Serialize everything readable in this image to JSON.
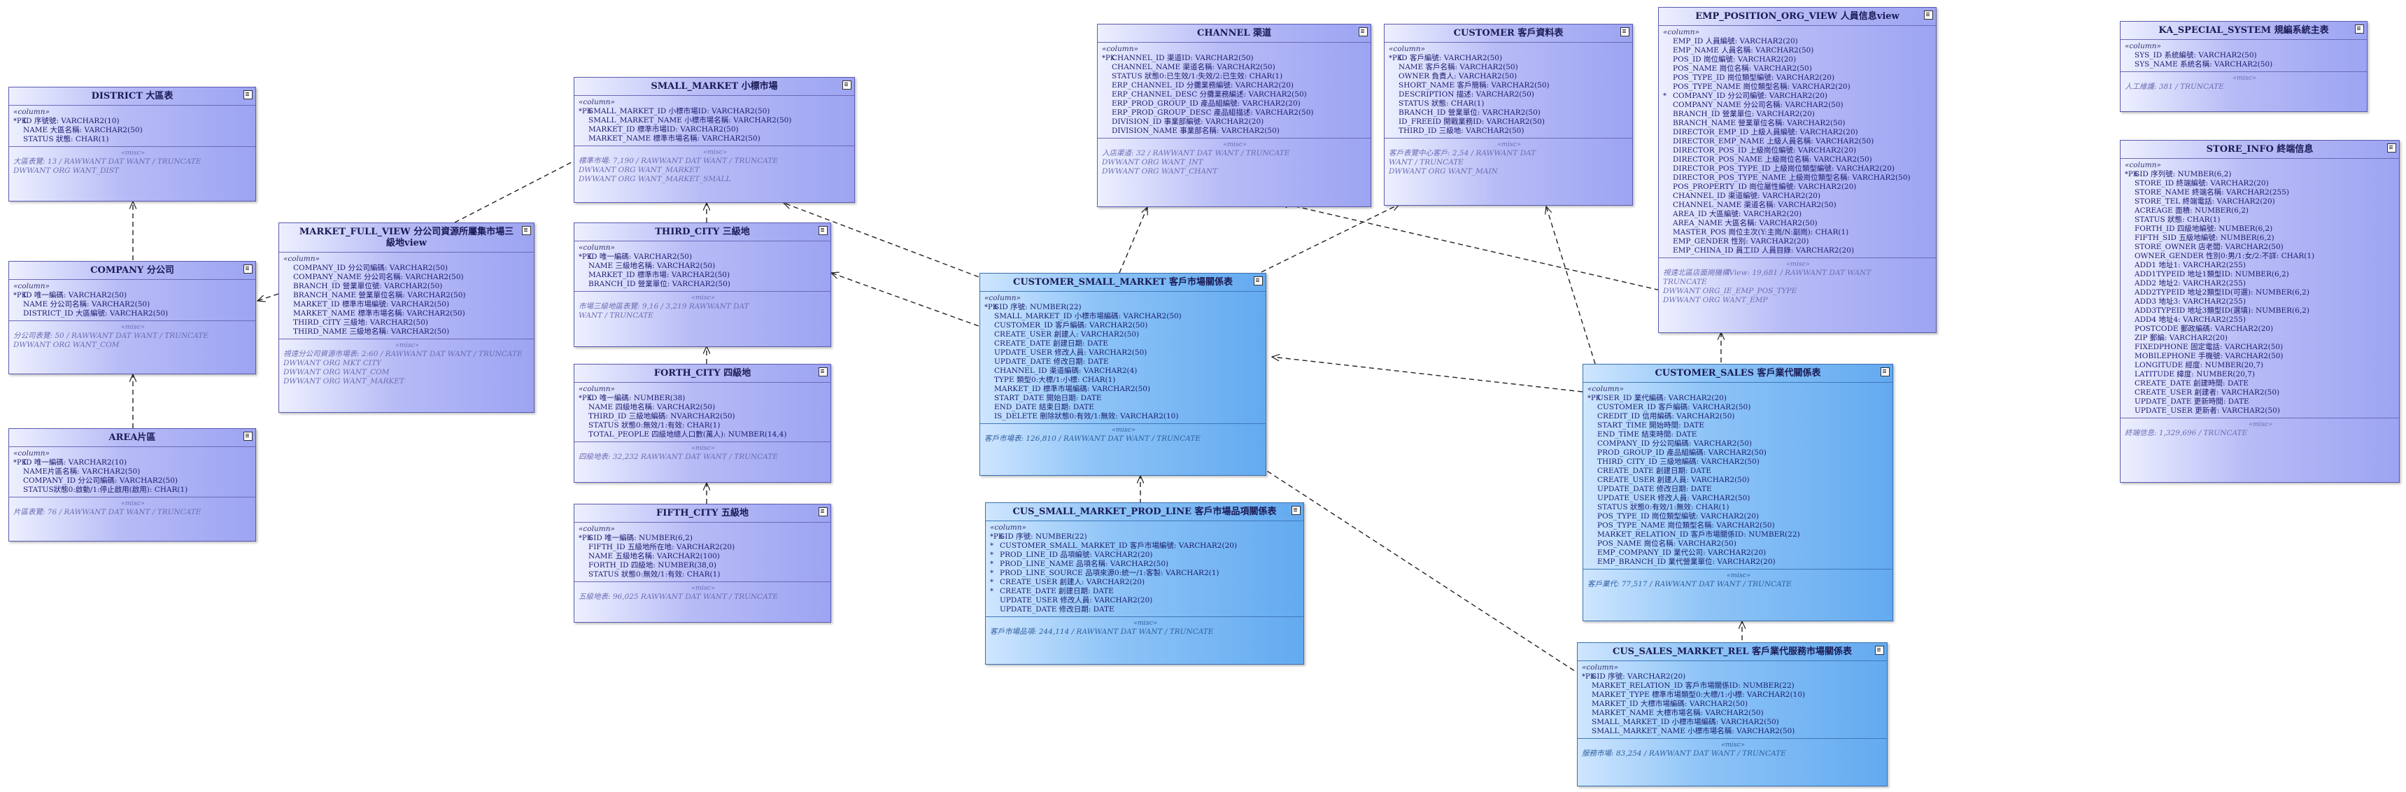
{
  "entities": [
    {
      "id": "district",
      "blue": false,
      "title": "DISTRICT 大區表",
      "stereo": "«column»",
      "meta_stereo": "«misc»",
      "fields": [
        {
          "k": "*PK",
          "t": "ID 序號號: VARCHAR2(10)"
        },
        {
          "k": "",
          "t": "NAME 大區名稱: VARCHAR2(50)"
        },
        {
          "k": "",
          "t": "STATUS 狀態: CHAR(1)"
        }
      ],
      "meta": [
        "大區表覽: 13 / RAWWANT DAT WANT / TRUNCATE",
        "DWWANT ORG WANT_DIST"
      ]
    },
    {
      "id": "company",
      "blue": false,
      "title": "COMPANY 分公司",
      "stereo": "«column»",
      "meta_stereo": "«misc»",
      "fields": [
        {
          "k": "*PK",
          "t": "ID 唯一編碼: VARCHAR2(50)"
        },
        {
          "k": "",
          "t": "NAME 分公司名稱: VARCHAR2(50)"
        },
        {
          "k": "",
          "t": "DISTRICT_ID 大區編號: VARCHAR2(50)"
        }
      ],
      "meta": [
        "分公司表覽: 50 / RAWWANT DAT WANT / TRUNCATE",
        "DWWANT ORG WANT_COM"
      ]
    },
    {
      "id": "area",
      "blue": false,
      "title": "AREA片區",
      "stereo": "«column»",
      "meta_stereo": "«misc»",
      "fields": [
        {
          "k": "*PK",
          "t": "ID 唯一編碼: VARCHAR2(10)"
        },
        {
          "k": "",
          "t": "NAME片區名稱: VARCHAR2(50)"
        },
        {
          "k": "",
          "t": "COMPANY_ID 分公司編碼: VARCHAR2(50)"
        },
        {
          "k": "",
          "t": "STATUS狀態0:啟動/1:停止啟用(啟用): CHAR(1)"
        }
      ],
      "meta": [
        "片區表覽: 76 / RAWWANT DAT WANT / TRUNCATE"
      ]
    },
    {
      "id": "market_full_view",
      "blue": false,
      "title": "MARKET_FULL_VIEW 分公司資源所屬集市場三級地view",
      "stereo": "«column»",
      "meta_stereo": "«misc»",
      "fields": [
        {
          "k": "",
          "t": "COMPANY_ID 分公司編碼: VARCHAR2(50)"
        },
        {
          "k": "",
          "t": "COMPANY_NAME 分公司名稱: VARCHAR2(50)"
        },
        {
          "k": "",
          "t": "BRANCH_ID 營業單位號: VARCHAR2(50)"
        },
        {
          "k": "",
          "t": "BRANCH_NAME 營業單位名稱: VARCHAR2(50)"
        },
        {
          "k": "",
          "t": "MARKET_ID 標準市場編號: VARCHAR2(50)"
        },
        {
          "k": "",
          "t": "MARKET_NAME 標準市場名稱: VARCHAR2(50)"
        },
        {
          "k": "",
          "t": "THIRD_CITY 三級地: VARCHAR2(50)"
        },
        {
          "k": "",
          "t": "THIRD_NAME 三級地名稱: VARCHAR2(50)"
        }
      ],
      "meta": [
        "視遠分公司資源市場表: 2:60 / RAWWANT DAT WANT / TRUNCATE",
        "DWWANT ORG MKT CITY",
        "DWWANT ORG WANT_COM",
        "DWWANT ORG WANT_MARKET"
      ]
    },
    {
      "id": "small_market",
      "blue": false,
      "title": "SMALL_MARKET 小標市場",
      "stereo": "«column»",
      "meta_stereo": "«misc»",
      "fields": [
        {
          "k": "*PK",
          "t": "SMALL_MARKET_ID 小標市場ID: VARCHAR2(50)"
        },
        {
          "k": "",
          "t": "SMALL_MARKET_NAME 小標市場名稱: VARCHAR2(50)"
        },
        {
          "k": "",
          "t": "MARKET_ID 標準市場ID: VARCHAR2(50)"
        },
        {
          "k": "",
          "t": "MARKET_NAME 標準市場名稱: VARCHAR2(50)"
        }
      ],
      "meta": [
        "標準市場: 7,190 / RAWWANT DAT WANT / TRUNCATE",
        "DWWANT ORG WANT_MARKET",
        "DWWANT ORG WANT_MARKET_SMALL"
      ]
    },
    {
      "id": "third_city",
      "blue": false,
      "title": "THIRD_CITY 三級地",
      "stereo": "«column»",
      "meta_stereo": "«misc»",
      "fields": [
        {
          "k": "*PK",
          "t": "ID 唯一編碼: VARCHAR2(50)"
        },
        {
          "k": "",
          "t": "NAME 三級地名稱: VARCHAR2(50)"
        },
        {
          "k": "",
          "t": "MARKET_ID 標準市場: VARCHAR2(50)"
        },
        {
          "k": "",
          "t": "BRANCH_ID 營業單位: VARCHAR2(50)"
        }
      ],
      "meta": [
        "市場三級地區表覽: 9,16 / 3,219 RAWWANT DAT",
        "WANT / TRUNCATE"
      ]
    },
    {
      "id": "forth_city",
      "blue": false,
      "title": "FORTH_CITY 四級地",
      "stereo": "«column»",
      "meta_stereo": "«misc»",
      "fields": [
        {
          "k": "*PK",
          "t": "ID 唯一編碼: NUMBER(38)"
        },
        {
          "k": "",
          "t": "NAME 四級地名稱: VARCHAR2(50)"
        },
        {
          "k": "",
          "t": "THIRD_ID 三級地編碼: NVARCHAR2(50)"
        },
        {
          "k": "",
          "t": "STATUS 狀態0:無效/1:有效: CHAR(1)"
        },
        {
          "k": "",
          "t": "TOTAL_PEOPLE 四級地總人口數(萬人): NUMBER(14,4)"
        }
      ],
      "meta": [
        "四級地表: 32,232 RAWWANT DAT WANT / TRUNCATE"
      ]
    },
    {
      "id": "fifth_city",
      "blue": false,
      "title": "FIFTH_CITY 五級地",
      "stereo": "«column»",
      "meta_stereo": "«misc»",
      "fields": [
        {
          "k": "*PK",
          "t": "SID 唯一編碼: NUMBER(6,2)"
        },
        {
          "k": "",
          "t": "FIFTH_ID 五級地所在地: VARCHAR2(20)"
        },
        {
          "k": "",
          "t": "NAME 五級地名稱: VARCHAR2(100)"
        },
        {
          "k": "",
          "t": "FORTH_ID 四級地: NUMBER(38,0)"
        },
        {
          "k": "",
          "t": "STATUS 狀態0:無效/1:有效: CHAR(1)"
        }
      ],
      "meta": [
        "五級地表: 96,025 RAWWANT DAT WANT / TRUNCATE"
      ]
    },
    {
      "id": "channel",
      "blue": false,
      "title": "CHANNEL 渠道",
      "stereo": "«column»",
      "meta_stereo": "«misc»",
      "fields": [
        {
          "k": "*PK",
          "t": "CHANNEL_ID 渠道ID: VARCHAR2(50)"
        },
        {
          "k": "",
          "t": "CHANNEL_NAME 渠道名稱: VARCHAR2(50)"
        },
        {
          "k": "",
          "t": "STATUS 狀態0:已生效/1:失效/2:已生效: CHAR(1)"
        },
        {
          "k": "",
          "t": "ERP_CHANNEL_ID 分攤業務編號: VARCHAR2(20)"
        },
        {
          "k": "",
          "t": "ERP_CHANNEL_DESC 分攤業務編述: VARCHAR2(50)"
        },
        {
          "k": "",
          "t": "ERP_PROD_GROUP_ID 產品組編號: VARCHAR2(20)"
        },
        {
          "k": "",
          "t": "ERP_PROD_GROUP_DESC 產品組描述: VARCHAR2(50)"
        },
        {
          "k": "",
          "t": "DIVISION_ID 事業部編號: VARCHAR2(20)"
        },
        {
          "k": "",
          "t": "DIVISION_NAME 事業部名稱: VARCHAR2(50)"
        }
      ],
      "meta": [
        "入店渠道: 32 / RAWWANT DAT WANT / TRUNCATE",
        "DWWANT ORG WANT_INT",
        "DWWANT ORG WANT_CHANT"
      ]
    },
    {
      "id": "customer",
      "blue": false,
      "title": "CUSTOMER 客戶資料表",
      "stereo": "«column»",
      "meta_stereo": "«misc»",
      "fields": [
        {
          "k": "*PK",
          "t": "ID 客戶編號: VARCHAR2(50)"
        },
        {
          "k": "",
          "t": "NAME 客戶名稱: VARCHAR2(50)"
        },
        {
          "k": "",
          "t": "OWNER 負責人: VARCHAR2(50)"
        },
        {
          "k": "",
          "t": "SHORT_NAME 客戶簡稱: VARCHAR2(50)"
        },
        {
          "k": "",
          "t": "DESCRIPTION 描述: VARCHAR2(50)"
        },
        {
          "k": "",
          "t": "STATUS 狀態: CHAR(1)"
        },
        {
          "k": "",
          "t": "BRANCH_ID 營業單位: VARCHAR2(50)"
        },
        {
          "k": "",
          "t": "ID_FREEID 開戰業務ID: VARCHAR2(50)"
        },
        {
          "k": "",
          "t": "THIRD_ID 三級地: VARCHAR2(50)"
        }
      ],
      "meta": [
        "客戶表覽中心客戶: 2,54 / RAWWANT DAT",
        "WANT / TRUNCATE",
        "DWWANT ORG WANT_MAIN"
      ]
    },
    {
      "id": "emp_position",
      "blue": false,
      "title": "EMP_POSITION_ORG_VIEW 人員信息view",
      "stereo": "«column»",
      "meta_stereo": "«misc»",
      "fields": [
        {
          "k": "",
          "t": "EMP_ID 人員編號: VARCHAR2(20)"
        },
        {
          "k": "",
          "t": "EMP_NAME 人員名稱: VARCHAR2(50)"
        },
        {
          "k": "",
          "t": "POS_ID 崗位編號: VARCHAR2(20)"
        },
        {
          "k": "",
          "t": "POS_NAME 崗位名稱: VARCHAR2(50)"
        },
        {
          "k": "",
          "t": "POS_TYPE_ID 崗位類型編號: VARCHAR2(20)"
        },
        {
          "k": "",
          "t": "POS_TYPE_NAME 崗位類型名稱: VARCHAR2(20)"
        },
        {
          "k": "*",
          "t": "COMPANY_ID 分公司編號: VARCHAR2(20)"
        },
        {
          "k": "",
          "t": "COMPANY_NAME 分公司名稱: VARCHAR2(50)"
        },
        {
          "k": "",
          "t": "BRANCH_ID 營業單位: VARCHAR2(20)"
        },
        {
          "k": "",
          "t": "BRANCH_NAME 營業單位名稱: VARCHAR2(50)"
        },
        {
          "k": "",
          "t": "DIRECTOR_EMP_ID 上級人員編號: VARCHAR2(20)"
        },
        {
          "k": "",
          "t": "DIRECTOR_EMP_NAME 上級人員名稱: VARCHAR2(50)"
        },
        {
          "k": "",
          "t": "DIRECTOR_POS_ID 上級崗位編號: VARCHAR2(20)"
        },
        {
          "k": "",
          "t": "DIRECTOR_POS_NAME 上級崗位名稱: VARCHAR2(50)"
        },
        {
          "k": "",
          "t": "DIRECTOR_POS_TYPE_ID 上級崗位類型編號: VARCHAR2(20)"
        },
        {
          "k": "",
          "t": "DIRECTOR_POS_TYPE_NAME 上級崗位類型名稱: VARCHAR2(50)"
        },
        {
          "k": "",
          "t": "POS_PROPERTY_ID 崗位屬性編號: VARCHAR2(20)"
        },
        {
          "k": "",
          "t": "CHANNEL_ID 渠道編號: VARCHAR2(20)"
        },
        {
          "k": "",
          "t": "CHANNEL_NAME 渠道名稱: VARCHAR2(50)"
        },
        {
          "k": "",
          "t": "AREA_ID 大區編號: VARCHAR2(20)"
        },
        {
          "k": "",
          "t": "AREA_NAME 大區名稱: VARCHAR2(50)"
        },
        {
          "k": "",
          "t": "MASTER_POS 崗位主次(Y:主崗/N:副崗): CHAR(1)"
        },
        {
          "k": "",
          "t": "EMP_GENDER 性別: VARCHAR2(20)"
        },
        {
          "k": "",
          "t": "EMP_CHINA_ID 員工ID 人員目錄: VARCHAR2(20)"
        }
      ],
      "meta": [
        "視遠北區店面崗機構View: 19,681 / RAWWANT DAT WANT",
        "TRUNCATE",
        "DWWANT ORG_IE_EMP_POS_TYPE",
        "DWWANT ORG WANT_EMP"
      ]
    },
    {
      "id": "customer_small_market",
      "blue": true,
      "title": "CUSTOMER_SMALL_MARKET 客戶市場關係表",
      "stereo": "«column»",
      "meta_stereo": "«misc»",
      "fields": [
        {
          "k": "*PK",
          "t": "SID 序號: NUMBER(22)"
        },
        {
          "k": "",
          "t": "SMALL_MARKET_ID 小標市場編碼: VARCHAR2(50)"
        },
        {
          "k": "",
          "t": "CUSTOMER_ID 客戶編碼: VARCHAR2(50)"
        },
        {
          "k": "",
          "t": "CREATE_USER 創建人: VARCHAR2(50)"
        },
        {
          "k": "",
          "t": "CREATE_DATE 創建日期: DATE"
        },
        {
          "k": "",
          "t": "UPDATE_USER 修改人員: VARCHAR2(50)"
        },
        {
          "k": "",
          "t": "UPDATE_DATE 修改日期: DATE"
        },
        {
          "k": "",
          "t": "CHANNEL_ID 渠道編碼: VARCHAR2(4)"
        },
        {
          "k": "",
          "t": "TYPE 類型0:大標/1:小標: CHAR(1)"
        },
        {
          "k": "",
          "t": "MARKET_ID 標準市場編碼: VARCHAR2(50)"
        },
        {
          "k": "",
          "t": "START_DATE 開始日期: DATE"
        },
        {
          "k": "",
          "t": "END_DATE 結束日期: DATE"
        },
        {
          "k": "",
          "t": "IS_DELETE 刪除狀態0:有效/1:無效: VARCHAR2(10)"
        }
      ],
      "meta": [
        "客戶市場表: 126,810 / RAWWANT DAT WANT / TRUNCATE"
      ]
    },
    {
      "id": "cus_small_market_prod_line",
      "blue": true,
      "title": "CUS_SMALL_MARKET_PROD_LINE 客戶市場品項關係表",
      "stereo": "«column»",
      "meta_stereo": "«misc»",
      "fields": [
        {
          "k": "*PK",
          "t": "SID 序號: NUMBER(22)"
        },
        {
          "k": "*",
          "t": "CUSTOMER_SMALL_MARKET_ID 客戶市場編號: VARCHAR2(20)"
        },
        {
          "k": "*",
          "t": "PROD_LINE_ID 品項編號: VARCHAR2(20)"
        },
        {
          "k": "*",
          "t": "PROD_LINE_NAME 品項名稱: VARCHAR2(50)"
        },
        {
          "k": "*",
          "t": "PROD_LINE_SOURCE 品項來源0:統一/1:客製: VARCHAR2(1)"
        },
        {
          "k": "*",
          "t": "CREATE_USER 創建人: VARCHAR2(20)"
        },
        {
          "k": "*",
          "t": "CREATE_DATE 創建日期: DATE"
        },
        {
          "k": "",
          "t": "UPDATE_USER 修改人員: VARCHAR2(20)"
        },
        {
          "k": "",
          "t": "UPDATE_DATE 修改日期: DATE"
        }
      ],
      "meta": [
        "客戶市場品項: 244,114 / RAWWANT DAT WANT / TRUNCATE"
      ]
    },
    {
      "id": "customer_sales",
      "blue": true,
      "title": "CUSTOMER_SALES 客戶業代關係表",
      "stereo": "«column»",
      "meta_stereo": "«misc»",
      "fields": [
        {
          "k": "*PK",
          "t": "USER_ID 業代編碼: VARCHAR2(20)"
        },
        {
          "k": "",
          "t": "CUSTOMER_ID 客戶編碼: VARCHAR2(50)"
        },
        {
          "k": "",
          "t": "CREDIT_ID 信用編碼: VARCHAR2(50)"
        },
        {
          "k": "",
          "t": "START_TIME 開始時間: DATE"
        },
        {
          "k": "",
          "t": "END_TIME 結束時間: DATE"
        },
        {
          "k": "",
          "t": "COMPANY_ID 分公司編碼: VARCHAR2(50)"
        },
        {
          "k": "",
          "t": "PROD_GROUP_ID 產品組編碼: VARCHAR2(50)"
        },
        {
          "k": "",
          "t": "THIRD_CITY_ID 三級地編碼: VARCHAR2(50)"
        },
        {
          "k": "",
          "t": "CREATE_DATE 創建日期: DATE"
        },
        {
          "k": "",
          "t": "CREATE_USER 創建人員: VARCHAR2(50)"
        },
        {
          "k": "",
          "t": "UPDATE_DATE 修改日期: DATE"
        },
        {
          "k": "",
          "t": "UPDATE_USER 修改人員: VARCHAR2(50)"
        },
        {
          "k": "",
          "t": "STATUS 狀態0:有效/1:無效: CHAR(1)"
        },
        {
          "k": "",
          "t": "POS_TYPE_ID 崗位類型編號: VARCHAR2(20)"
        },
        {
          "k": "",
          "t": "POS_TYPE_NAME 崗位類型名稱: VARCHAR2(50)"
        },
        {
          "k": "",
          "t": "MARKET_RELATION_ID 客戶市場關係ID: NUMBER(22)"
        },
        {
          "k": "",
          "t": "POS_NAME 崗位名稱: VARCHAR2(50)"
        },
        {
          "k": "",
          "t": "EMP_COMPANY_ID 業代公司: VARCHAR2(20)"
        },
        {
          "k": "",
          "t": "EMP_BRANCH_ID 業代營業單位: VARCHAR2(20)"
        }
      ],
      "meta": [
        "客戶業代: 77,517 / RAWWANT DAT WANT / TRUNCATE"
      ]
    },
    {
      "id": "cus_sales_market_rel",
      "blue": true,
      "title": "CUS_SALES_MARKET_REL 客戶業代服務市場關係表",
      "stereo": "«column»",
      "meta_stereo": "«misc»",
      "fields": [
        {
          "k": "*PK",
          "t": "SID 序號: VARCHAR2(20)"
        },
        {
          "k": "",
          "t": "MARKET_RELATION_ID 客戶市場關係ID: NUMBER(22)"
        },
        {
          "k": "",
          "t": "MARKET_TYPE 標準市場類型0:大標/1:小標: VARCHAR2(10)"
        },
        {
          "k": "",
          "t": "MARKET_ID 大標市場編碼: VARCHAR2(50)"
        },
        {
          "k": "",
          "t": "MARKET_NAME 大標市場名稱: VARCHAR2(50)"
        },
        {
          "k": "",
          "t": "SMALL_MARKET_ID 小標市場編碼: VARCHAR2(50)"
        },
        {
          "k": "",
          "t": "SMALL_MARKET_NAME 小標市場名稱: VARCHAR2(50)"
        }
      ],
      "meta": [
        "服務市場: 83,254 / RAWWANT DAT WANT / TRUNCATE"
      ]
    },
    {
      "id": "ka_special_system",
      "blue": false,
      "title": "KA_SPECIAL_SYSTEM 規編系統主表",
      "stereo": "«column»",
      "meta_stereo": "«misc»",
      "fields": [
        {
          "k": "",
          "t": "SYS_ID 系統編號: VARCHAR2(50)"
        },
        {
          "k": "",
          "t": "SYS_NAME 系統名稱: VARCHAR2(50)"
        }
      ],
      "meta": [
        "人工維護: 381 / TRUNCATE"
      ]
    },
    {
      "id": "store_info",
      "blue": false,
      "title": "STORE_INFO 終端信息",
      "stereo": "«column»",
      "meta_stereo": "«misc»",
      "fields": [
        {
          "k": "*PK",
          "t": "SID 序列號: NUMBER(6,2)"
        },
        {
          "k": "",
          "t": "STORE_ID 終端編號: VARCHAR2(20)"
        },
        {
          "k": "",
          "t": "STORE_NAME 終端名稱: VARCHAR2(255)"
        },
        {
          "k": "",
          "t": "STORE_TEL 終端電話: VARCHAR2(20)"
        },
        {
          "k": "",
          "t": "ACREAGE 面積: NUMBER(6,2)"
        },
        {
          "k": "",
          "t": "STATUS 狀態: CHAR(1)"
        },
        {
          "k": "",
          "t": "FORTH_ID 四級地編號: NUMBER(6,2)"
        },
        {
          "k": "",
          "t": "FIFTH_SID 五級地編號: NUMBER(6,2)"
        },
        {
          "k": "",
          "t": "STORE_OWNER 店老闆: VARCHAR2(50)"
        },
        {
          "k": "",
          "t": "OWNER_GENDER 性別0:男/1:女/2:不詳: CHAR(1)"
        },
        {
          "k": "",
          "t": "ADD1 地址1: VARCHAR2(255)"
        },
        {
          "k": "",
          "t": "ADD1TYPEID 地址1類型ID: NUMBER(6,2)"
        },
        {
          "k": "",
          "t": "ADD2 地址2: VARCHAR2(255)"
        },
        {
          "k": "",
          "t": "ADD2TYPEID 地址2類型ID(可選): NUMBER(6,2)"
        },
        {
          "k": "",
          "t": "ADD3 地址3: VARCHAR2(255)"
        },
        {
          "k": "",
          "t": "ADD3TYPEID 地址3類型ID(選填): NUMBER(6,2)"
        },
        {
          "k": "",
          "t": "ADD4 地址4: VARCHAR2(255)"
        },
        {
          "k": "",
          "t": "POSTCODE 郵政編碼: VARCHAR2(20)"
        },
        {
          "k": "",
          "t": "ZIP 郵編: VARCHAR2(20)"
        },
        {
          "k": "",
          "t": "FIXEDPHONE 固定電話: VARCHAR2(50)"
        },
        {
          "k": "",
          "t": "MOBILEPHONE 手機號: VARCHAR2(50)"
        },
        {
          "k": "",
          "t": "LONGITUDE 經度: NUMBER(20,7)"
        },
        {
          "k": "",
          "t": "LATITUDE 緯度: NUMBER(20,7)"
        },
        {
          "k": "",
          "t": "CREATE_DATE 創建時間: DATE"
        },
        {
          "k": "",
          "t": "CREATE_USER 創建者: VARCHAR2(50)"
        },
        {
          "k": "",
          "t": "UPDATE_DATE 更新時間: DATE"
        },
        {
          "k": "",
          "t": "UPDATE_USER 更新者: VARCHAR2(50)"
        }
      ],
      "meta": [
        "終端信息: 1,329,696 / TRUNCATE"
      ]
    }
  ]
}
